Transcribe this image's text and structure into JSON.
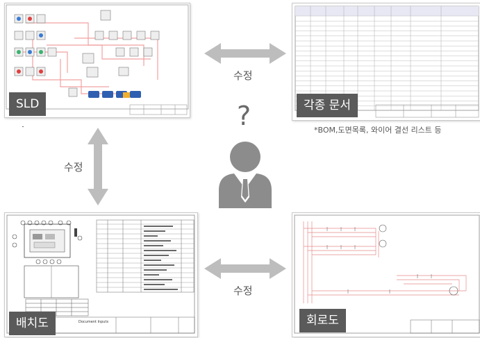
{
  "labels": {
    "sld": "SLD",
    "documents": "각종 문서",
    "layout": "배치도",
    "circuit": "회로도"
  },
  "edit_labels": {
    "top": "수정",
    "left": "수정",
    "bottom": "수정"
  },
  "question_mark": "?",
  "documents_caption": "*BOM,도면목록, 와이어 결선 리스트 등",
  "layout_sheet_title": "Document Inputs",
  "colors": {
    "arrow": "#bdbdbd",
    "tag_bg": "#5a5a5a",
    "person": "#8c8c8c",
    "wire": "#e88a8a"
  },
  "icons": {
    "person": "user-icon",
    "arrows": "double-arrow-icon"
  }
}
